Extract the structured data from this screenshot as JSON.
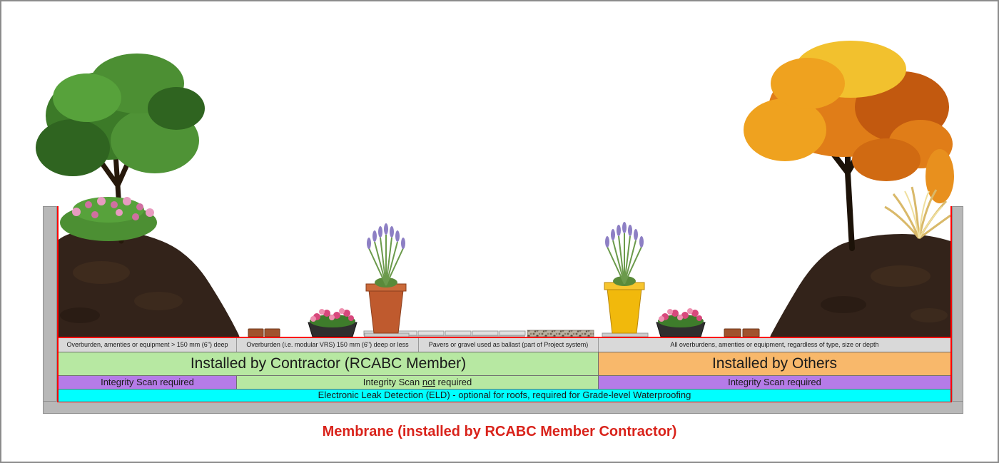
{
  "bands": {
    "strip": [
      "Overburden, amenties or equipment > 150 mm (6\") deep",
      "Overburden (i.e. modular VRS) 150 mm (6\") deep or less",
      "Pavers or gravel used as ballast (part of Project system)",
      "All overburdens, amenties or equipment, regardless of type, size or depth"
    ],
    "installed": {
      "contractor": "Installed by Contractor (RCABC Member)",
      "others": "Installed by Others"
    },
    "scan": {
      "left": "Integrity Scan required",
      "mid_pre": "Integrity Scan ",
      "mid_not": "not",
      "mid_post": " required",
      "right": "Integrity Scan required"
    },
    "eld": "Electronic Leak Detection (ELD) - optional for roofs, required for Grade-level Waterproofing"
  },
  "title": "Membrane (installed by RCABC Member Contractor)",
  "colors": {
    "membrane_red": "#ff0000",
    "contractor_green": "#b7e8a2",
    "others_orange": "#f8b86b",
    "scan_purple": "#b57be8",
    "eld_cyan": "#00ffff",
    "strip_gray": "#d9d9d9",
    "structure_gray": "#b8b8b8",
    "title_red": "#d9231b"
  }
}
